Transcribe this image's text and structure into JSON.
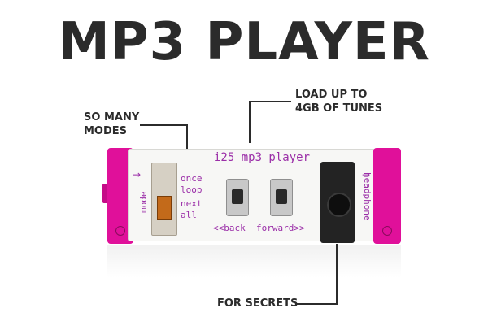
{
  "title": "MP3 PLAYER",
  "callouts": {
    "modes": [
      "SO MANY",
      "MODES"
    ],
    "load": [
      "LOAD UP TO",
      "4GB OF TUNES"
    ],
    "secrets": "FOR SECRETS"
  },
  "board": {
    "name": "i25 mp3 player",
    "left_label": "mode",
    "right_label": "headphone",
    "modes": [
      "once",
      "loop",
      "next",
      "all"
    ],
    "buttons_label": "<<back  forward>>"
  },
  "colors": {
    "connector": "#e0109a",
    "silkscreen": "#9b2fa8",
    "text": "#2b2b2b"
  }
}
